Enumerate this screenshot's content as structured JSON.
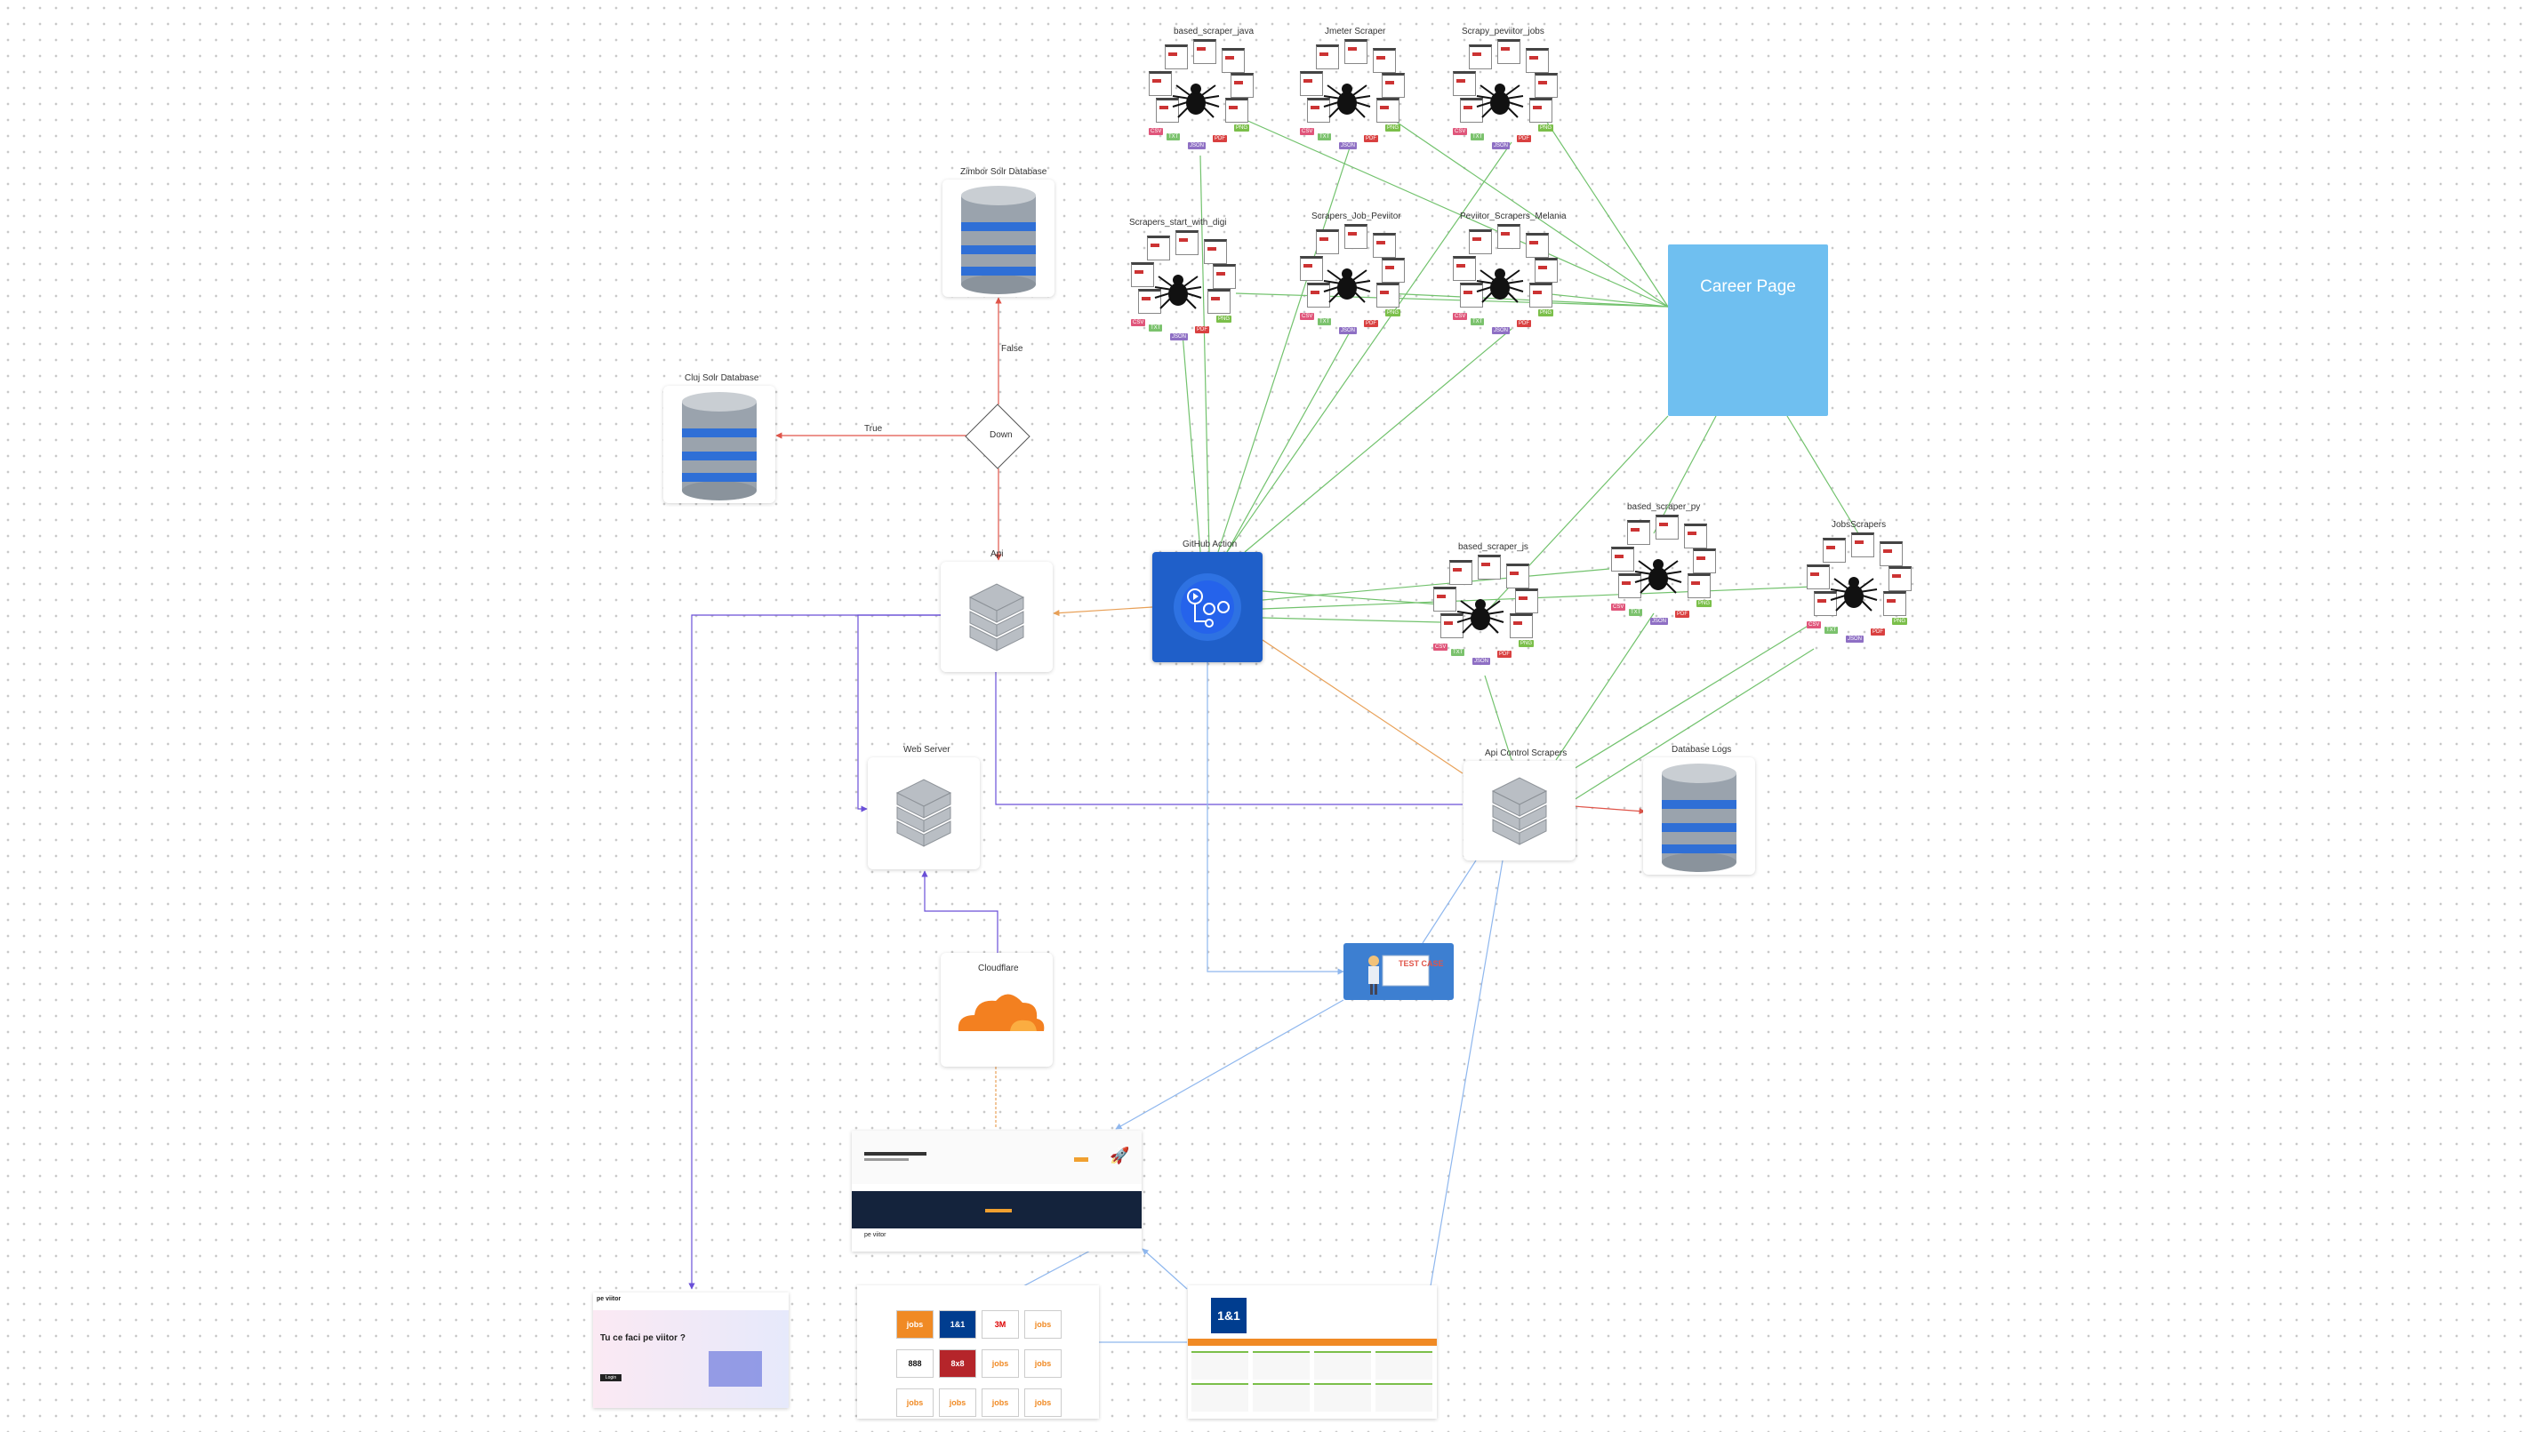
{
  "nodes": {
    "career_page": "Career Page",
    "github_action": "GitHub Action",
    "zimbor_db": "Zimbor Solr Database",
    "cluj_db": "Cluj Solr Database",
    "decision": "Down",
    "api": "Api",
    "web_server": "Web Server",
    "cloudflare": "Cloudflare",
    "api_control": "Api Control Scrapers",
    "database_logs": "Database Logs",
    "test_case": "TEST CASE"
  },
  "scrapers": [
    "based_scraper_java",
    "Jmeter Scraper",
    "Scrapy_peviitor_jobs",
    "Scrapers_start_with_digi",
    "Scrapers_Job_Peviitor",
    "Peviitor_Scrapers_Melania",
    "based_scraper_js",
    "based_scraper_py",
    "JobsScrapers"
  ],
  "edge_labels": {
    "true_label": "True",
    "false_label": "False"
  },
  "file_badges": [
    "CSV",
    "TXT",
    "JSON",
    "PDF",
    "PNG"
  ],
  "screenshots": {
    "hero_title": "Tu ce faci pe viitor ?",
    "brand": "pe viitor",
    "cta": "Login",
    "logo_1and1": "1&1",
    "logo_888": "888",
    "logo_8x8": "8x8",
    "logo_3m": "3M",
    "jobs_badge": "jobs"
  },
  "colors": {
    "green_edge": "#72c26d",
    "red_edge": "#e0554a",
    "orange_edge": "#e8a057",
    "purple_edge": "#6a4fd8",
    "blue_edge": "#8fb7ee",
    "career_bg": "#6fbff0",
    "gha_bg": "#1f5fc9"
  }
}
